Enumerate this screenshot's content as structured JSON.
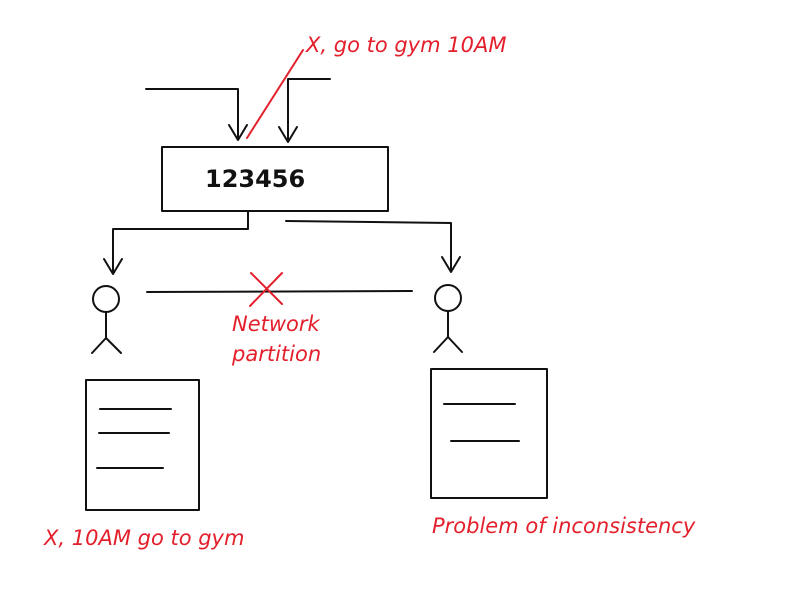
{
  "colors": {
    "ink": "#111111",
    "accent": "#e3202c",
    "background": "#ffffff"
  },
  "labels": {
    "write_request": "X, go to gym 10AM",
    "node_id": "123456",
    "partition_line1": "Network",
    "partition_line2": "partition",
    "left_document": "X, 10AM go to gym",
    "right_document": "Problem of inconsistency"
  }
}
